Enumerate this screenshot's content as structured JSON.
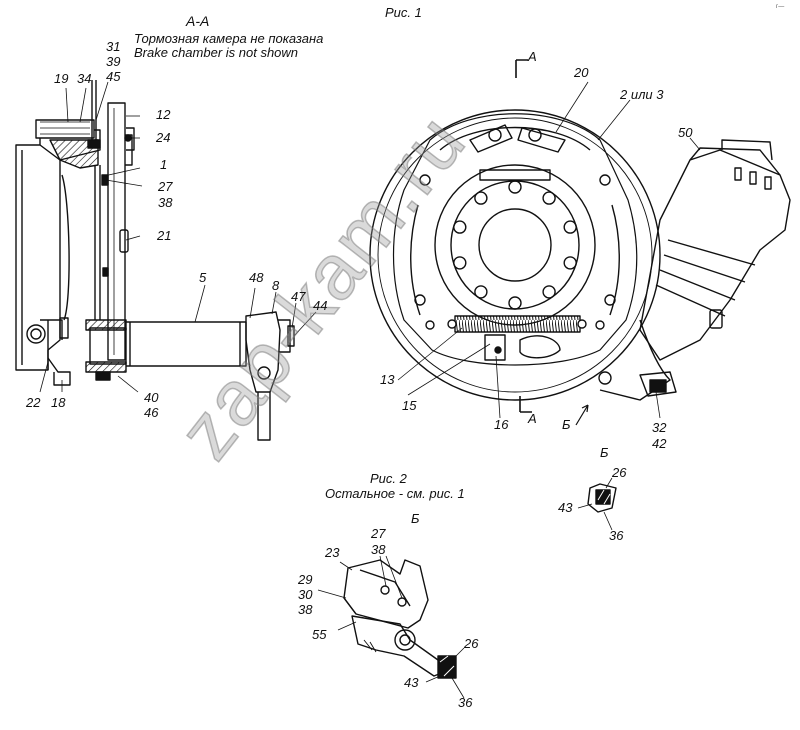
{
  "captions": {
    "section_title": "А-А",
    "note_ru": "Тормозная камера не показана",
    "note_en": "Brake chamber is not shown",
    "fig1": "Рис. 1",
    "fig2": "Рис. 2",
    "fig2_note": "Остальное - см. рис. 1",
    "view_b_top": "Б",
    "view_b_bottom": "Б",
    "arrow_b": "Б",
    "section_a_top": "А",
    "section_a_bottom": "А",
    "corner_mark": "г—"
  },
  "left_labels": {
    "l31": "31",
    "l39": "39",
    "l45": "45",
    "l19": "19",
    "l34": "34",
    "l12": "12",
    "l24": "24",
    "l1": "1",
    "l27": "27",
    "l38": "38",
    "l21": "21",
    "l5": "5",
    "l48": "48",
    "l8": "8",
    "l47": "47",
    "l44": "44",
    "l22": "22",
    "l18": "18",
    "l40": "40",
    "l46": "46"
  },
  "right_labels": {
    "l20": "20",
    "l2or3": "2 или 3",
    "l50": "50",
    "l13": "13",
    "l15": "15",
    "l16": "16",
    "l32": "32",
    "l42": "42"
  },
  "view_b_labels": {
    "l26": "26",
    "l43": "43",
    "l36": "36"
  },
  "fig2_labels": {
    "l27": "27",
    "l38a": "38",
    "l23": "23",
    "l29": "29",
    "l30": "30",
    "l38b": "38",
    "l55": "55",
    "l26": "26",
    "l43": "43",
    "l36": "36"
  },
  "watermark": "zap-kam.ru"
}
